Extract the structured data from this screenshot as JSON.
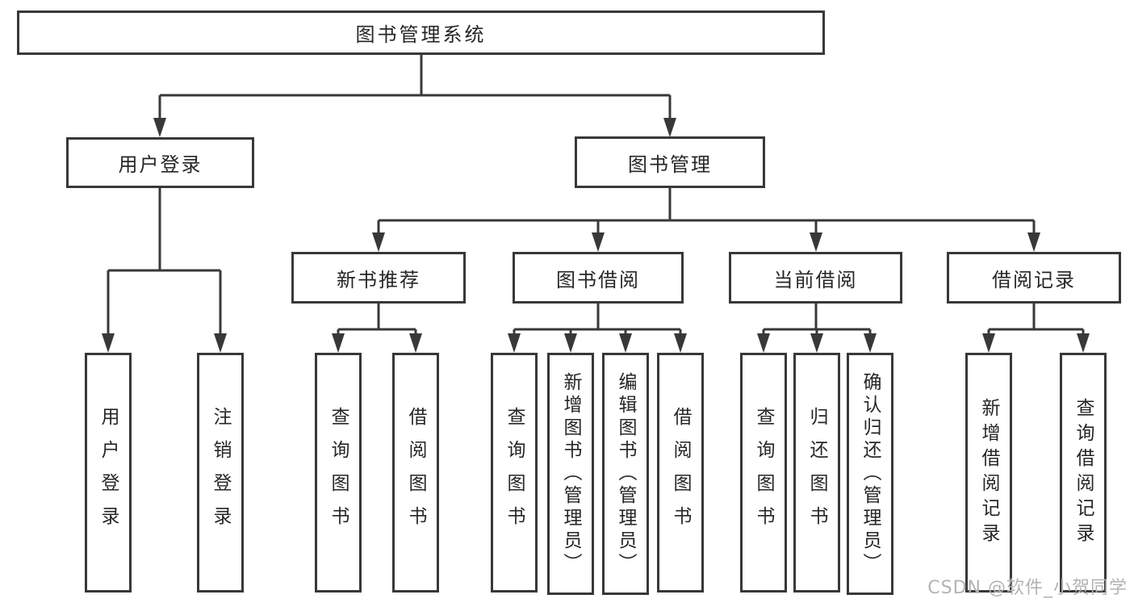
{
  "root": {
    "label": "图书管理系统"
  },
  "level2": {
    "user_login": "用户登录",
    "book_mgmt": "图书管理"
  },
  "level3": {
    "new_book": "新书推荐",
    "book_borrow": "图书借阅",
    "current_borrow": "当前借阅",
    "borrow_record": "借阅记录"
  },
  "leaves": {
    "user_login": [
      "用户登录",
      "注销登录"
    ],
    "new_book": [
      "查询图书",
      "借阅图书"
    ],
    "book_borrow": [
      "查询图书",
      "新增图书（管理员）",
      "编辑图书（管理员）",
      "借阅图书"
    ],
    "current_borrow": [
      "查询图书",
      "归还图书",
      "确认归还（管理员）"
    ],
    "borrow_record": [
      "新增借阅记录",
      "查询借阅记录"
    ]
  },
  "watermark": {
    "text": "CSDN @软件_小贺同学"
  },
  "colors": {
    "line": "#383838",
    "text": "#262626",
    "watermark": "#b3b3b3",
    "background": "#ffffff"
  }
}
